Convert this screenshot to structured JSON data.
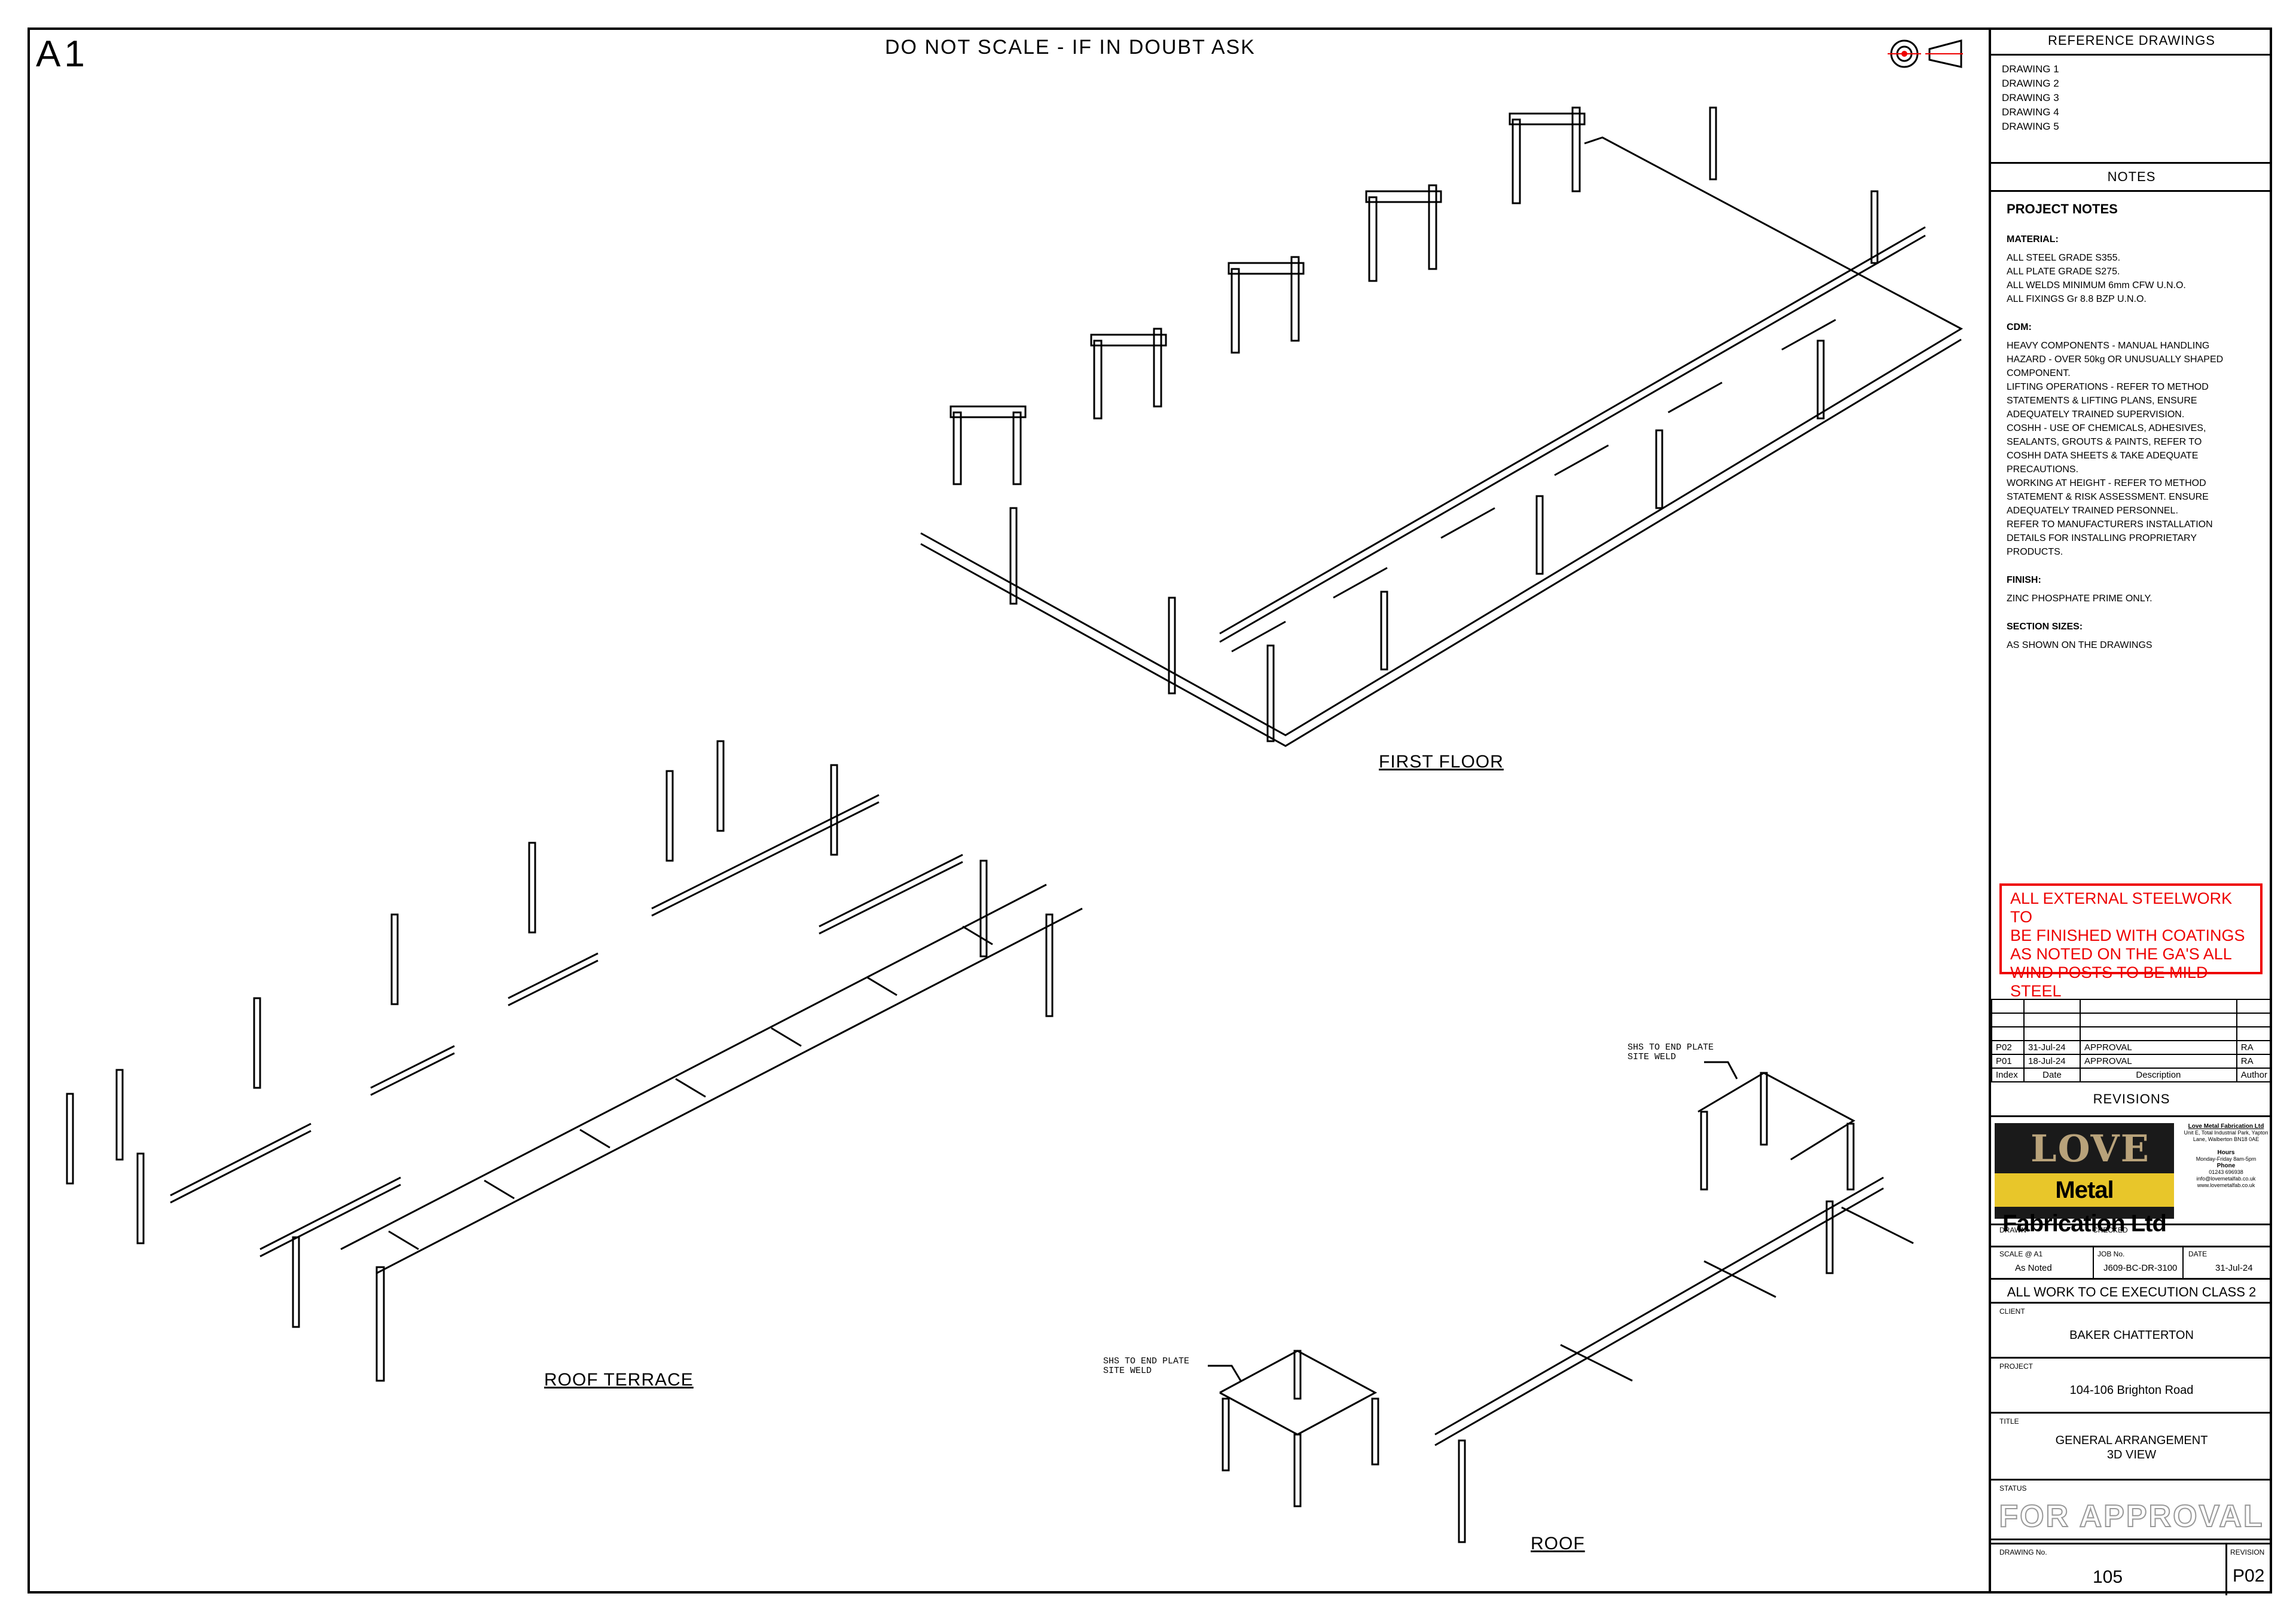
{
  "sheet": {
    "size": "A1",
    "scale_warning": "DO NOT SCALE - IF IN DOUBT ASK"
  },
  "views": {
    "first_floor": "FIRST FLOOR",
    "roof_terrace": "ROOF TERRACE",
    "roof": "ROOF",
    "weld_note_1": "SHS TO END PLATE\nSITE WELD",
    "weld_note_2": "SHS TO END PLATE\nSITE WELD"
  },
  "title_block": {
    "reference_heading": "REFERENCE DRAWINGS",
    "reference_drawings": [
      "DRAWING 1",
      "DRAWING 2",
      "DRAWING 3",
      "DRAWING 4",
      "DRAWING 5"
    ],
    "notes_heading": "NOTES",
    "project_notes_title": "PROJECT NOTES",
    "material_heading": "MATERIAL:",
    "material_lines": [
      "ALL STEEL GRADE S355.",
      "ALL PLATE GRADE S275.",
      "ALL WELDS MINIMUM 6mm CFW U.N.O.",
      "ALL FIXINGS Gr 8.8 BZP U.N.O."
    ],
    "cdm_heading": "CDM:",
    "cdm_lines": [
      "HEAVY COMPONENTS - MANUAL HANDLING",
      "HAZARD - OVER 50kg OR UNUSUALLY SHAPED",
      "COMPONENT.",
      "LIFTING OPERATIONS - REFER TO METHOD",
      "STATEMENTS & LIFTING PLANS, ENSURE",
      "ADEQUATELY TRAINED SUPERVISION.",
      "COSHH - USE OF CHEMICALS, ADHESIVES,",
      "SEALANTS, GROUTS & PAINTS, REFER TO",
      "COSHH DATA SHEETS & TAKE ADEQUATE",
      "PRECAUTIONS.",
      "WORKING AT HEIGHT - REFER TO METHOD",
      "STATEMENT & RISK ASSESSMENT. ENSURE",
      "ADEQUATELY TRAINED PERSONNEL.",
      "REFER TO MANUFACTURERS INSTALLATION",
      "DETAILS FOR INSTALLING PROPRIETARY",
      "PRODUCTS."
    ],
    "finish_heading": "FINISH:",
    "finish_text": "ZINC PHOSPHATE PRIME ONLY.",
    "section_heading": "SECTION SIZES:",
    "section_text": "AS SHOWN ON THE DRAWINGS",
    "red_note_lines": [
      "ALL EXTERNAL STEELWORK TO",
      "BE FINISHED WITH COATINGS",
      "AS NOTED ON THE GA'S ALL",
      "WIND POSTS TO BE MILD STEEL"
    ],
    "revisions": [
      {
        "index": "P02",
        "date": "31-Jul-24",
        "description": "APPROVAL",
        "author": "RA"
      },
      {
        "index": "P01",
        "date": "18-Jul-24",
        "description": "APPROVAL",
        "author": "RA"
      }
    ],
    "rev_headers": {
      "index": "Index",
      "date": "Date",
      "description": "Description",
      "author": "Author"
    },
    "revisions_title": "REVISIONS",
    "logo_top": "LOVE",
    "logo_bottom": "Metal Fabrication Ltd",
    "company_name": "Love Metal Fabrication Ltd",
    "company_address": "Unit E, Total Industrial Park, Yapton Lane, Walberton BN18 0AE",
    "hours_label": "Hours",
    "hours_value": "Monday-Friday 8am-5pm",
    "phone_label": "Phone",
    "phone_value": "01243 696938",
    "email": "info@lovemetalfab.co.uk",
    "website": "www.lovemetalfab.co.uk",
    "drawn_label": "DRAWN",
    "checked_label": "CHECKED",
    "scale_label": "SCALE @ A1",
    "scale_value": "As Noted",
    "job_label": "JOB No.",
    "job_value": "J609-BC-DR-3100",
    "date_label": "DATE",
    "date_value": "31-Jul-24",
    "execution_class": "ALL WORK TO CE EXECUTION CLASS 2",
    "client_label": "CLIENT",
    "client_value": "BAKER CHATTERTON",
    "project_label": "PROJECT",
    "project_value": "104-106 Brighton Road",
    "title_label": "TITLE",
    "title_line1": "GENERAL ARRANGEMENT",
    "title_line2": "3D VIEW",
    "status_label": "STATUS",
    "status_value": "FOR APPROVAL",
    "drawing_no_label": "DRAWING No.",
    "drawing_no_value": "105",
    "revision_label": "REVISION",
    "revision_value": "P02"
  }
}
